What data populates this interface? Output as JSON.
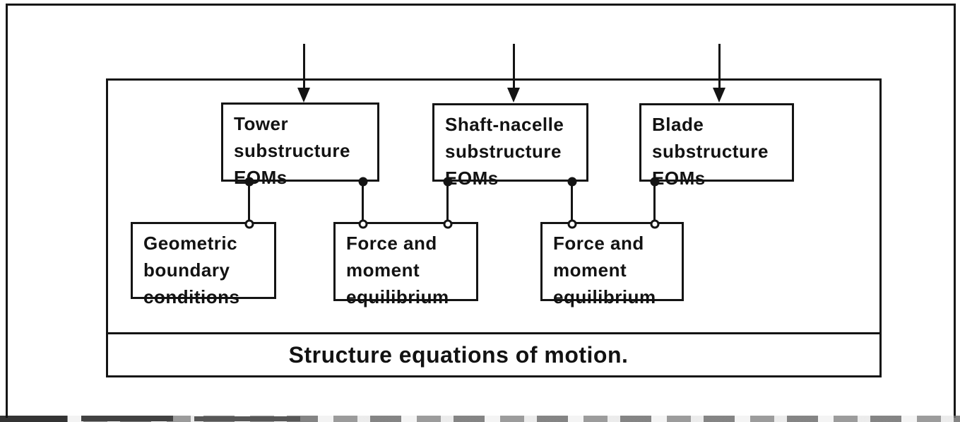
{
  "colors": {
    "ink": "#141414",
    "paper": "#ffffff"
  },
  "icons": {
    "down_arrow": "▼ solid downward arrowhead on vertical shaft",
    "connector_dot": "● filled junction dot",
    "connector_ring": "○ small open junction circle"
  },
  "diagram": {
    "top_row": [
      {
        "id": "tower",
        "label": "Tower\nsubstructure\nEOMs"
      },
      {
        "id": "shaft_nacelle",
        "label": "Shaft-nacelle\nsubstructure\nEOMs"
      },
      {
        "id": "blade",
        "label": "Blade\nsubstructure\nEOMs"
      }
    ],
    "middle_row": [
      {
        "id": "geometric",
        "label": "Geometric\nboundary\nconditions"
      },
      {
        "id": "force_1",
        "label": "Force and\nmoment\nequilibrium"
      },
      {
        "id": "force_2",
        "label": "Force and\nmoment\nequilibrium"
      }
    ],
    "caption": "Structure equations of motion.",
    "connections": [
      "tower -> geometric",
      "tower -> force_1",
      "shaft_nacelle -> force_1",
      "shaft_nacelle -> force_2",
      "blade -> force_2"
    ],
    "external_inputs": [
      "arrow into tower box",
      "arrow into shaft-nacelle box",
      "arrow into blade box"
    ]
  }
}
